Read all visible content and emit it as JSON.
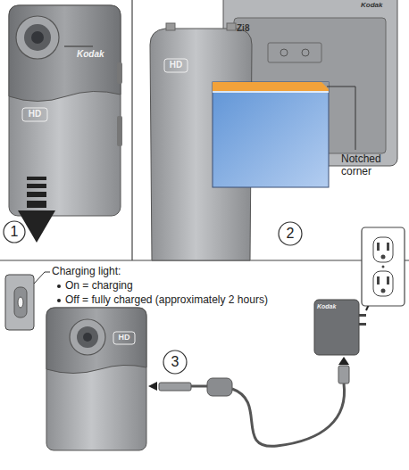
{
  "diagram": {
    "labels": [
      "Kodak",
      "HD",
      "1",
      "Kodak",
      "Zi8",
      "HD",
      "Notched corner",
      "2",
      "Charging light:",
      "On = charging",
      "Off = fully charged (approximately 2 hours)",
      "HD",
      "3",
      "Kodak"
    ]
  }
}
